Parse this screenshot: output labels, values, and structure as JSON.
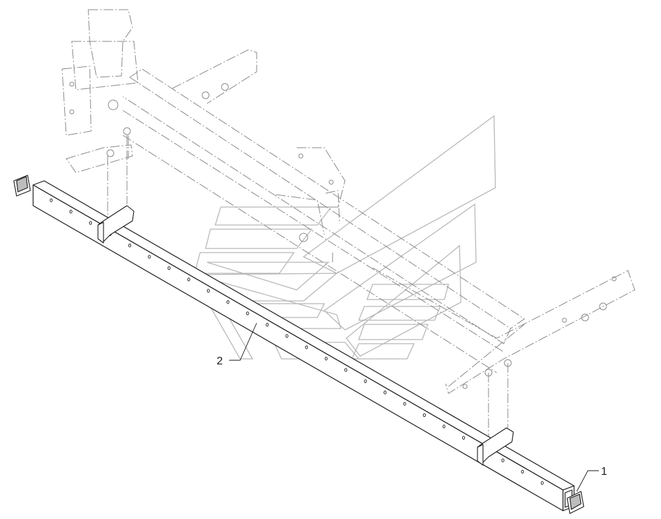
{
  "callouts": [
    {
      "id": "1",
      "label": "1"
    },
    {
      "id": "2",
      "label": "2"
    }
  ],
  "colors": {
    "line": "#1a1a1a",
    "phantom": "#8a8a8a",
    "watermark": "#b8b8b8",
    "cap_fill": "#bdbdbd",
    "background": "#ffffff"
  }
}
